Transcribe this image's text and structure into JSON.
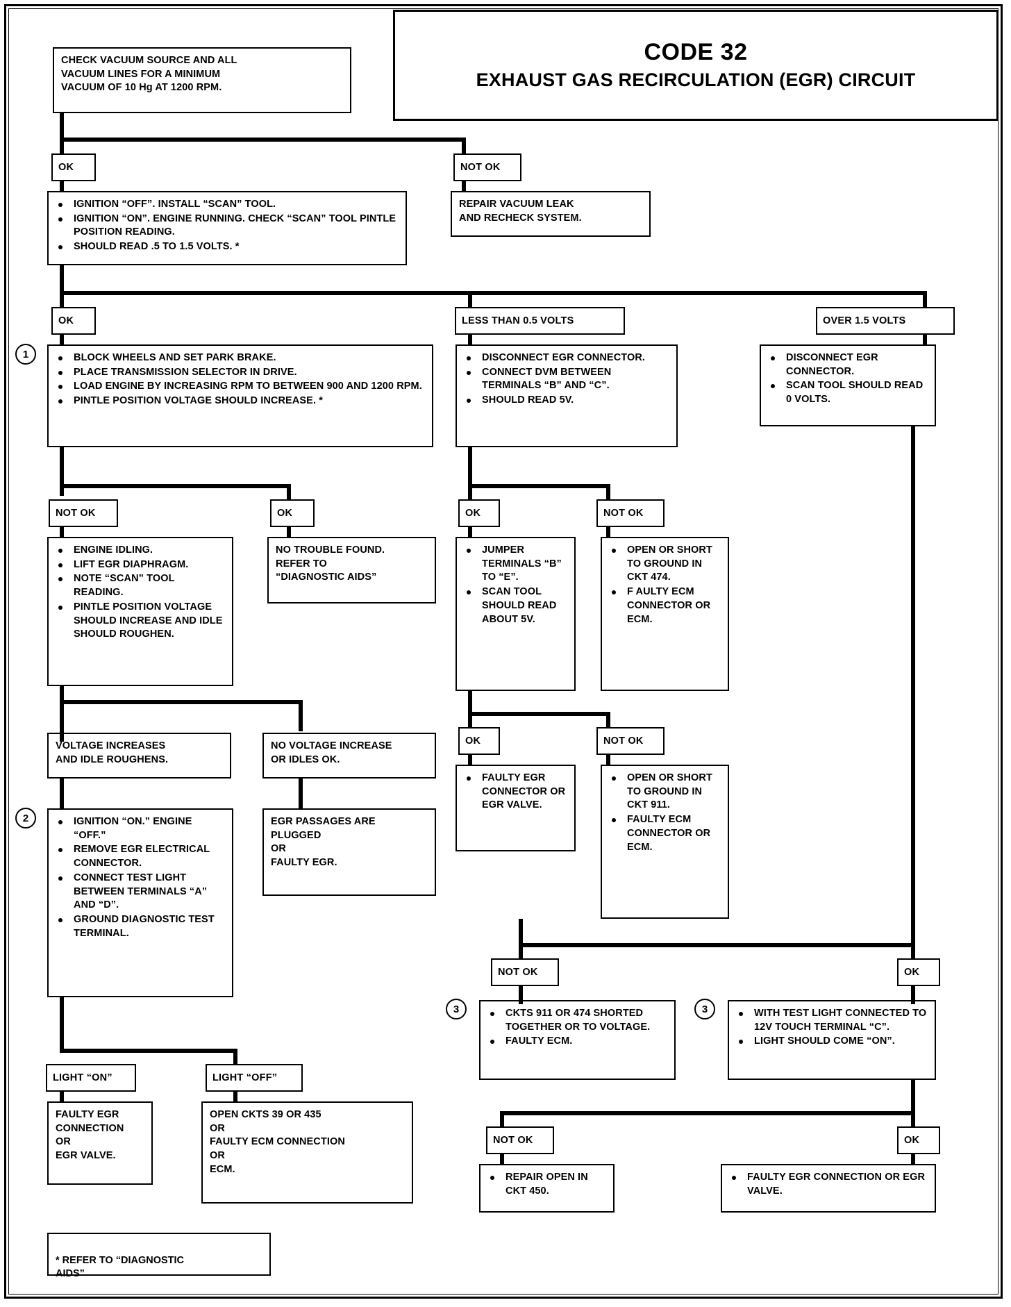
{
  "header": {
    "code": "CODE 32",
    "title": "EXHAUST GAS RECIRCULATION (EGR) CIRCUIT"
  },
  "boxes": {
    "start": "CHECK VACUUM SOURCE AND ALL\nVACUUM LINES FOR A MINIMUM\nVACUUM OF 10 Hg AT 1200 RPM.",
    "repair_vacuum": "REPAIR VACUUM LEAK\nAND RECHECK SYSTEM.",
    "scan_install": [
      "IGNITION “OFF”.  INSTALL “SCAN” TOOL.",
      "IGNITION “ON”.  ENGINE RUNNING.  CHECK “SCAN” TOOL PINTLE POSITION READING.",
      "SHOULD READ .5 TO 1.5 VOLTS.  *"
    ],
    "block_wheels": [
      "BLOCK WHEELS AND SET PARK BRAKE.",
      "PLACE TRANSMISSION SELECTOR IN DRIVE.",
      "LOAD ENGINE BY INCREASING RPM TO BETWEEN 900 AND 1200 RPM.",
      "PINTLE POSITION VOLTAGE SHOULD INCREASE.  *"
    ],
    "disconnect_dvm": [
      "DISCONNECT EGR CONNECTOR.",
      "CONNECT DVM BETWEEN TERMINALS “B” AND “C”.",
      "SHOULD READ 5V."
    ],
    "disconnect_scan0": [
      "DISCONNECT EGR CONNECTOR.",
      "SCAN TOOL SHOULD READ 0 VOLTS."
    ],
    "engine_idling": [
      "ENGINE IDLING.",
      "LIFT EGR DIAPHRAGM.",
      "NOTE “SCAN” TOOL READING.",
      "PINTLE POSITION VOLTAGE SHOULD INCREASE AND IDLE SHOULD ROUGHEN."
    ],
    "no_trouble": "NO TROUBLE FOUND.\nREFER TO\n“DIAGNOSTIC AIDS”",
    "jumper_terminals": [
      "JUMPER TERMINALS “B” TO “E”.",
      "SCAN TOOL SHOULD READ ABOUT 5V."
    ],
    "open_short_474": [
      "OPEN OR SHORT TO GROUND IN CKT 474.",
      "F AULTY ECM CONNECTOR OR ECM."
    ],
    "voltage_increases": "VOLTAGE INCREASES\nAND IDLE ROUGHENS.",
    "no_voltage_increase": "NO VOLTAGE INCREASE\nOR  IDLES OK.",
    "faulty_egr_conn_valve": [
      "FAULTY EGR CONNECTOR OR EGR VALVE."
    ],
    "open_short_911": [
      "OPEN OR SHORT TO GROUND IN CKT 911.",
      "FAULTY ECM CONNECTOR OR ECM."
    ],
    "ignition_on_test": [
      "IGNITION “ON.” ENGINE “OFF.”",
      "REMOVE EGR ELECTRICAL CONNECTOR.",
      "CONNECT TEST LIGHT BETWEEN TERMINALS “A” AND “D”.",
      "GROUND DIAGNOSTIC TEST TERMINAL."
    ],
    "egr_passages": "EGR PASSAGES ARE\nPLUGGED\nOR\nFAULTY EGR.",
    "ckts_shorted": [
      "CKTS 911 OR 474 SHORTED TOGETHER OR TO  VOLTAGE.",
      "FAULTY ECM."
    ],
    "test_light_12v": [
      "WITH TEST LIGHT CONNECTED TO 12V TOUCH TERMINAL “C”.",
      "LIGHT SHOULD COME “ON”."
    ],
    "faulty_egr_connection": "FAULTY EGR\nCONNECTION\nOR\nEGR VALVE.",
    "open_ckts_39_435": "OPEN CKTS 39 OR 435\nOR\nFAULTY ECM CONNECTION\nOR\nECM.",
    "repair_open_450": [
      "REPAIR OPEN IN CKT 450."
    ],
    "faulty_egr_conn_valve2": [
      "FAULTY EGR CONNECTION OR EGR VALVE."
    ],
    "footnote": "*    REFER TO “DIAGNOSTIC\n     AIDS”"
  },
  "labels": {
    "ok1": "OK",
    "not_ok1": "NOT OK",
    "ok2": "OK",
    "less_than": "LESS THAN 0.5 VOLTS",
    "over": "OVER 1.5 VOLTS",
    "not_ok3": "NOT OK",
    "ok3": "OK",
    "ok4": "OK",
    "not_ok4": "NOT OK",
    "ok5": "OK",
    "not_ok5": "NOT OK",
    "not_ok6": "NOT OK",
    "ok6": "OK",
    "light_on": "LIGHT “ON”",
    "light_off": "LIGHT “OFF”",
    "not_ok7": "NOT OK",
    "ok7": "OK"
  },
  "step_markers": {
    "one": "1",
    "two": "2",
    "three_a": "3",
    "three_b": "3"
  }
}
